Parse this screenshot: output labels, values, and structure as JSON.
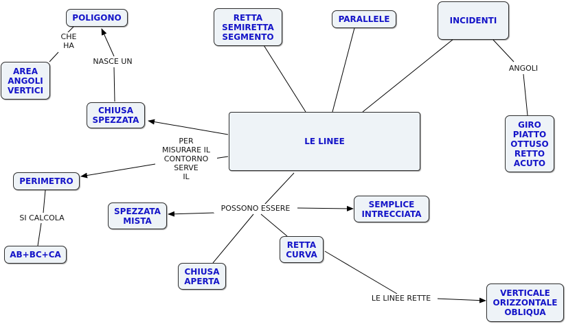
{
  "colors": {
    "node_fill": "#eef3f7",
    "node_border": "#2b2b2b",
    "node_text": "#1414c8",
    "edge": "#000000"
  },
  "nodes": {
    "le_linee": "LE LINEE",
    "poligono": "POLIGONO",
    "retta_semiretta_segmento": "RETTA\nSEMIRETTA\nSEGMENTO",
    "parallele": "PARALLELE",
    "incidenti": "INCIDENTI",
    "area_angoli_vertici": "AREA\nANGOLI\nVERTICI",
    "chiusa_spezzata": "CHIUSA\nSPEZZATA",
    "giro_piatto": "GIRO\nPIATTO\nOTTUSO\nRETTO\nACUTO",
    "perimetro": "PERIMETRO",
    "spezzata_mista": "SPEZZATA\nMISTA",
    "semplice_intrecciata": "SEMPLICE\nINTRECCIATA",
    "retta_curva": "RETTA\nCURVA",
    "abbcca": "AB+BC+CA",
    "chiusa_aperta": "CHIUSA\nAPERTA",
    "verticale": "VERTICALE\nORIZZONTALE\nOBLIQUA"
  },
  "labels": {
    "che_ha": "CHE\nHA",
    "nasce_un": "NASCE UN",
    "angoli": "ANGOLI",
    "per_misurare": "PER\nMISURARE IL\nCONTORNO\nSERVE\nIL",
    "si_calcola": "SI CALCOLA",
    "possono_essere": "POSSONO ESSERE",
    "le_linee_rette": "LE LINEE RETTE"
  }
}
